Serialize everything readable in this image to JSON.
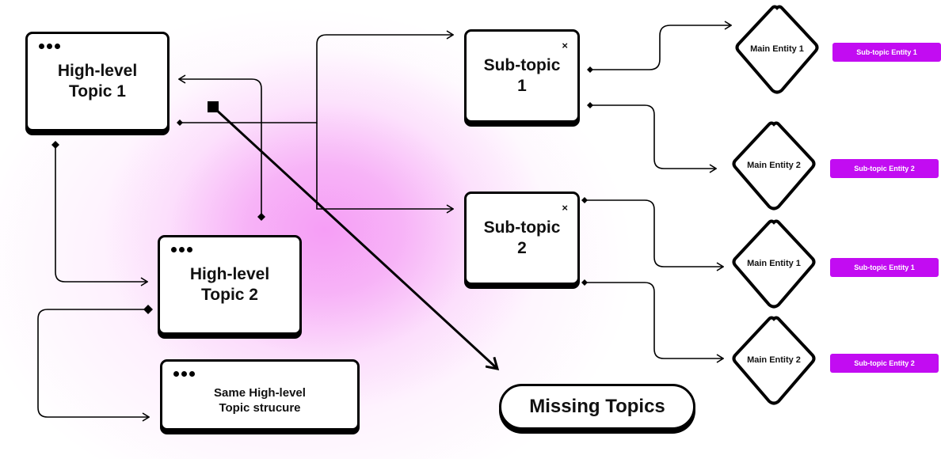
{
  "colors": {
    "accent": "#c20cf2",
    "glow": "#f69ef6",
    "stroke": "#000000"
  },
  "high_level_topics": [
    {
      "label_line1": "High-level",
      "label_line2": "Topic 1",
      "icon": "more-dots-icon"
    },
    {
      "label_line1": "High-level",
      "label_line2": "Topic 2",
      "icon": "more-dots-icon"
    },
    {
      "label_line1": "Same High-level",
      "label_line2": "Topic strucure",
      "icon": "more-dots-icon"
    }
  ],
  "sub_topics": [
    {
      "label_line1": "Sub-topic",
      "label_line2": "1",
      "close_icon": "×"
    },
    {
      "label_line1": "Sub-topic",
      "label_line2": "2",
      "close_icon": "×"
    }
  ],
  "entities": [
    {
      "main": "Main Entity 1",
      "tag": "Sub-topic Entity 1"
    },
    {
      "main": "Main Entity 2",
      "tag": "Sub-topic Entity 2"
    },
    {
      "main": "Main Entity 1",
      "tag": "Sub-topic Entity 1"
    },
    {
      "main": "Main Entity 2",
      "tag": "Sub-topic Entity 2"
    }
  ],
  "missing_topics": {
    "label": "Missing Topics"
  }
}
